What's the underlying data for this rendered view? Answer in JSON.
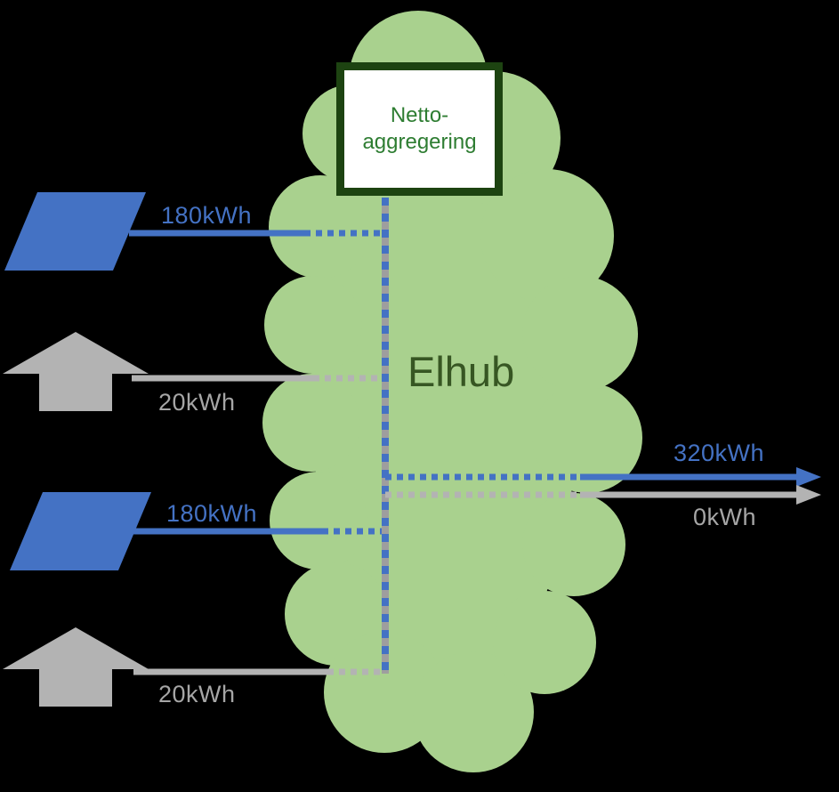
{
  "colors": {
    "background": "#000000",
    "cloud_fill": "#a9d18e",
    "elhub_text": "#375623",
    "box_border": "#1d4311",
    "box_text": "#2e7d32",
    "blue": "#4472c4",
    "gray": "#a6a6a6"
  },
  "cloud_label": "Elhub",
  "aggregator_box": {
    "label": "Netto-aggregering"
  },
  "inputs": [
    {
      "icon": "solar-panel-icon",
      "label": "180kWh"
    },
    {
      "icon": "consumption-arrow-icon",
      "label": "20kWh"
    },
    {
      "icon": "solar-panel-icon",
      "label": "180kWh"
    },
    {
      "icon": "consumption-arrow-icon",
      "label": "20kWh"
    }
  ],
  "outputs": [
    {
      "label": "320kWh"
    },
    {
      "label": "0kWh"
    }
  ]
}
